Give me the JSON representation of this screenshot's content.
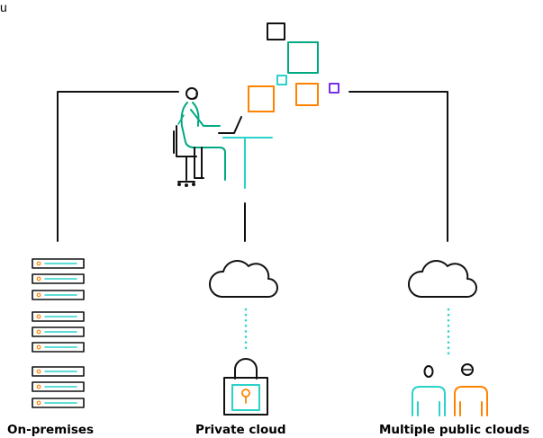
{
  "corner_fragment": "u",
  "captions": {
    "on_premises": "On-premises",
    "private_cloud": "Private cloud",
    "public_clouds": "Multiple public clouds"
  },
  "colors": {
    "line": "#111111",
    "teal": "#01a982",
    "cyan": "#2ad2c9",
    "orange": "#ff8300",
    "purple": "#7630ea"
  },
  "icons": [
    "developer-at-desk-icon",
    "server-rack-icon",
    "cloud-icon",
    "padlock-icon",
    "users-icon"
  ]
}
